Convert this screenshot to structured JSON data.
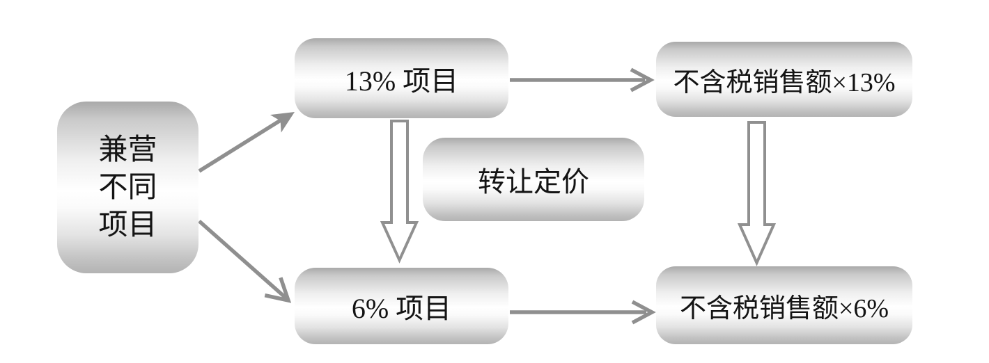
{
  "diagram": {
    "type": "flowchart",
    "background_color": "#ffffff",
    "text_color": "#141414",
    "arrow_color": "#8f8f8f",
    "node_gradient": {
      "edge": "#a9a9a9",
      "middle": "#ffffff",
      "bottom": "#b3b3b3"
    },
    "nodes": {
      "source": {
        "label": "兼营不同项目",
        "lines": [
          "兼营",
          "不同",
          "项目"
        ]
      },
      "item13": {
        "label": "13% 项目"
      },
      "result13": {
        "label": "不含税销售额×13%"
      },
      "transfer": {
        "label": "转让定价"
      },
      "item6": {
        "label": "6% 项目"
      },
      "result6": {
        "label": "不含税销售额×6%"
      }
    },
    "edges": [
      {
        "from": "source",
        "to": "item13",
        "style": "solid-arrow"
      },
      {
        "from": "source",
        "to": "item6",
        "style": "solid-arrow"
      },
      {
        "from": "item13",
        "to": "result13",
        "style": "solid-arrow"
      },
      {
        "from": "item6",
        "to": "result6",
        "style": "solid-arrow"
      },
      {
        "from": "item13",
        "to": "item6",
        "style": "hollow-block-arrow"
      },
      {
        "from": "result13",
        "to": "result6",
        "style": "hollow-block-arrow"
      }
    ]
  }
}
